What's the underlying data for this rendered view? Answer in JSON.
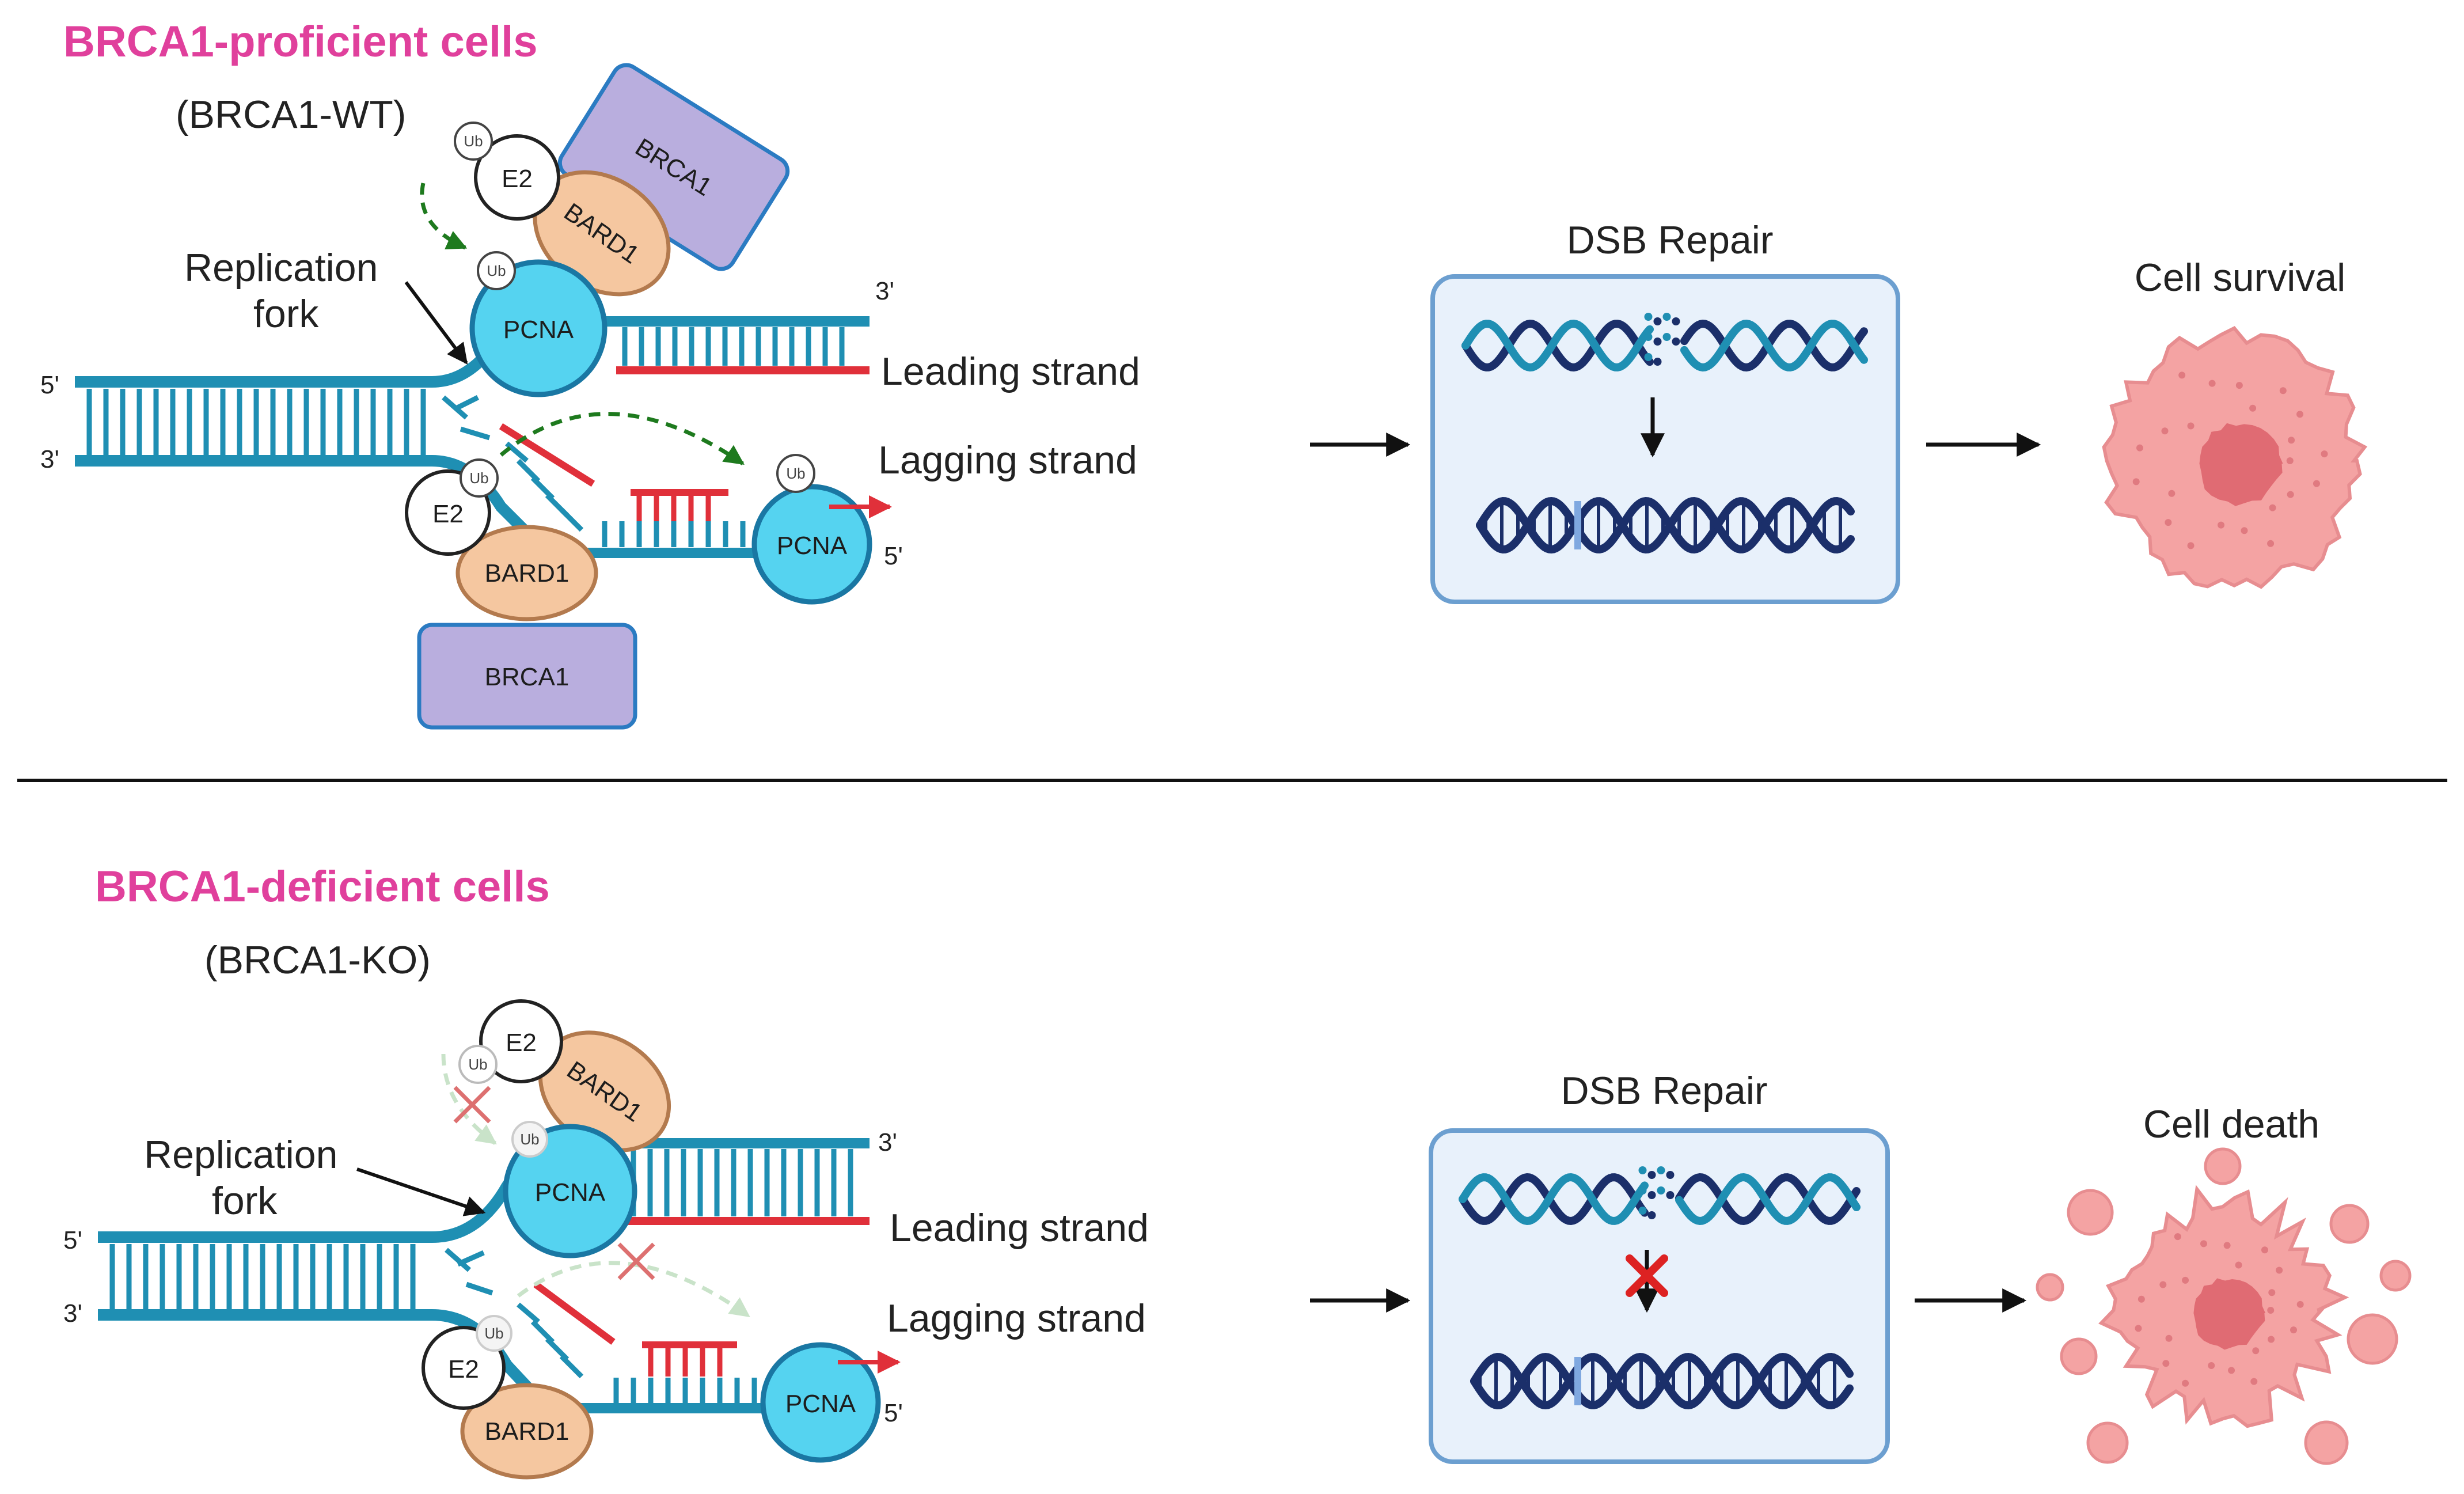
{
  "colors": {
    "title_pink": "#e0409c",
    "dna_teal": "#1f8fb3",
    "dna_dark": "#1a5a80",
    "new_strand_red": "#e0303a",
    "pcna_fill": "#55d3f0",
    "pcna_stroke": "#1a77a3",
    "bard1_fill": "#f5c7a0",
    "bard1_stroke": "#b37a4e",
    "brca1_fill": "#b9aede",
    "brca1_stroke": "#2b7bc2",
    "repair_box_fill": "#e8f1fb",
    "repair_box_stroke": "#6c9fd0",
    "helix_dark": "#1b2f6a",
    "helix_light": "#1f8fb3",
    "green_arrow": "#1e7a1e",
    "cell_fill": "#f4a3a3",
    "nucleus_fill": "#e06b73",
    "block_x": "#dd2222"
  },
  "panels": [
    {
      "title": "BRCA1-proficient cells",
      "subtitle": "(BRCA1-WT)",
      "fork_label_line1": "Replication",
      "fork_label_line2": "fork",
      "leading_label": "Leading strand",
      "lagging_label": "Lagging strand",
      "pcna_top": "PCNA",
      "pcna_bottom": "PCNA",
      "brca1_top": "BRCA1",
      "bard1_top": "BARD1",
      "e2_top": "E2",
      "ub_top": "Ub",
      "ub_pcna": "Ub",
      "e2_bottom": "E2",
      "ub_bottom": "Ub",
      "bard1_bottom": "BARD1",
      "brca1_bottom": "BRCA1",
      "ub_lagging": "Ub",
      "end_5_left": "5'",
      "end_3_left": "3'",
      "end_3_right": "3'",
      "end_5_right": "5'",
      "repair_label": "DSB Repair",
      "outcome_label": "Cell survival"
    },
    {
      "title": "BRCA1-deficient cells",
      "subtitle": "(BRCA1-KO)",
      "fork_label_line1": "Replication",
      "fork_label_line2": "fork",
      "leading_label": "Leading strand",
      "lagging_label": "Lagging strand",
      "pcna_top": "PCNA",
      "pcna_bottom": "PCNA",
      "bard1_top": "BARD1",
      "e2_top": "E2",
      "ub_top": "Ub",
      "ub_pcna": "Ub",
      "e2_bottom": "E2",
      "ub_bottom": "Ub",
      "bard1_bottom": "BARD1",
      "end_5_left": "5'",
      "end_3_left": "3'",
      "end_3_right": "3'",
      "end_5_right": "5'",
      "repair_label": "DSB Repair",
      "outcome_label": "Cell death"
    }
  ]
}
